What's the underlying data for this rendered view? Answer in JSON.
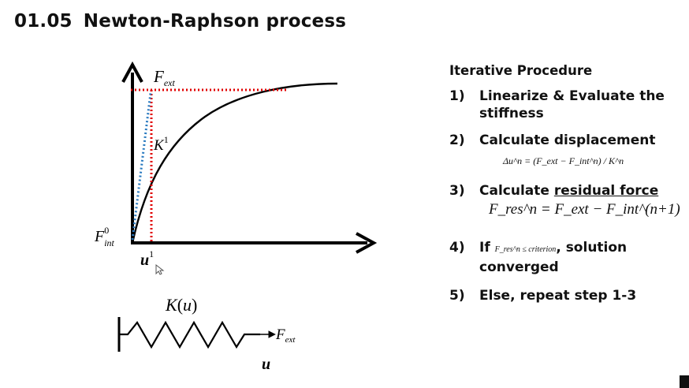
{
  "title": {
    "number": "01.05",
    "text": "Newton-Raphson process"
  },
  "graph": {
    "label_f_ext": "F",
    "label_f_ext_sub": "ext",
    "label_k": "K",
    "label_k_sup": "1",
    "label_f_int": "F",
    "label_f_int_sub": "int",
    "label_f_int_sup": "0",
    "label_u": "u",
    "label_u_sup": "1"
  },
  "spring": {
    "label_k": "K",
    "label_k_arg": "u",
    "label_f": "F",
    "label_f_sub": "ext",
    "label_u": "u"
  },
  "procedure": {
    "heading": "Iterative Procedure",
    "step1_idx": "1)",
    "step1_text": "Linearize & Evaluate the stiffness",
    "step2_idx": "2)",
    "step2_text": "Calculate displacement",
    "step2_eq": "Δu^n = (F_ext − F_int^n) / K^n",
    "step3_idx": "3)",
    "step3_text_a": "Calculate ",
    "step3_text_b": "residual force",
    "step3_eq": "F_res^n = F_ext − F_int^(n+1)",
    "step4_idx": "4)",
    "step4_if": "If ",
    "step4_cond": "F_res^n ≤ criterion",
    "step4_text": ", solution converged",
    "step5_idx": "5)",
    "step5_text": "Else, repeat step 1-3"
  },
  "colors": {
    "axis": "#000000",
    "curve": "#000000",
    "dotted_red": "#e00000",
    "dotted_blue": "#2a7ac0"
  }
}
